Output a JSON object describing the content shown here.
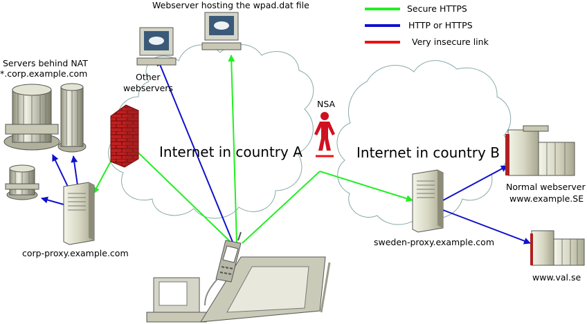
{
  "labels": {
    "webserver_wpad": "Webserver hosting the wpad.dat file",
    "other_webservers_1": "Other",
    "other_webservers_2": "webservers",
    "servers_nat_1": "Servers behind NAT",
    "servers_nat_2": "*.corp.example.com",
    "corp_proxy": "corp-proxy.example.com",
    "nsa": "NSA",
    "internet_a": "Internet in country A",
    "internet_b": "Internet in country B",
    "sweden_proxy": "sweden-proxy.example.com",
    "normal_webserver_1": "Normal webserver",
    "normal_webserver_2": "www.example.SE",
    "val_se": "www.val.se"
  },
  "legend": [
    {
      "label": "Secure HTTPS",
      "color": "#22ee22"
    },
    {
      "label": "HTTP or HTTPS",
      "color": "#1010cc"
    },
    {
      "label": "Very insecure link",
      "color": "#ee1111"
    }
  ],
  "colors": {
    "secure": "#22ee22",
    "http": "#1010cc",
    "insecure": "#ee1111",
    "cloud_stroke": "#88a8a8"
  },
  "icons": [
    "monitor-icon",
    "server-tower-icon",
    "firewall-icon",
    "cluster-icon",
    "mainframe-icon",
    "phone-icon",
    "tablet-icon",
    "person-icon",
    "cloud-icon"
  ]
}
